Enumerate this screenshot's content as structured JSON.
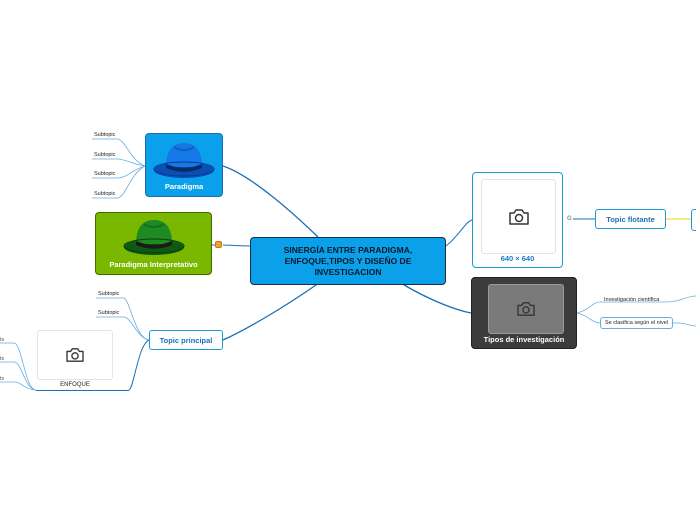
{
  "central": {
    "title": "SINERGÍA ENTRE PARADIGMA, ENFOQUE,TIPOS Y DISEÑO DE INVESTIGACION"
  },
  "paradigma": {
    "label": "Paradigma",
    "color": "#0aa0ea",
    "subtopics": [
      "Subtopic",
      "Subtopic",
      "Subtopic",
      "Subtopic"
    ]
  },
  "paradigma_interpretativo": {
    "label": "Paradigma Interpretativo",
    "color": "#7ab800"
  },
  "image_node": {
    "label": "640 × 640"
  },
  "tipos": {
    "label": "Tipos de investigación",
    "color": "#3c3c3c",
    "children": [
      "Investigación científica",
      "Se clasifica según el nivel"
    ]
  },
  "topic_flotante": {
    "label": "Topic flotante"
  },
  "topic_principal": {
    "label": "Topic principal",
    "subtopics": [
      "Subtopic",
      "Subtopic"
    ]
  },
  "enfoque": {
    "label": "ENFOQUE",
    "partial_labels": [
      "ts",
      "ts",
      "ts"
    ]
  },
  "icons": [
    "hat-icon",
    "camera-icon",
    "link-icon",
    "google-icon"
  ]
}
